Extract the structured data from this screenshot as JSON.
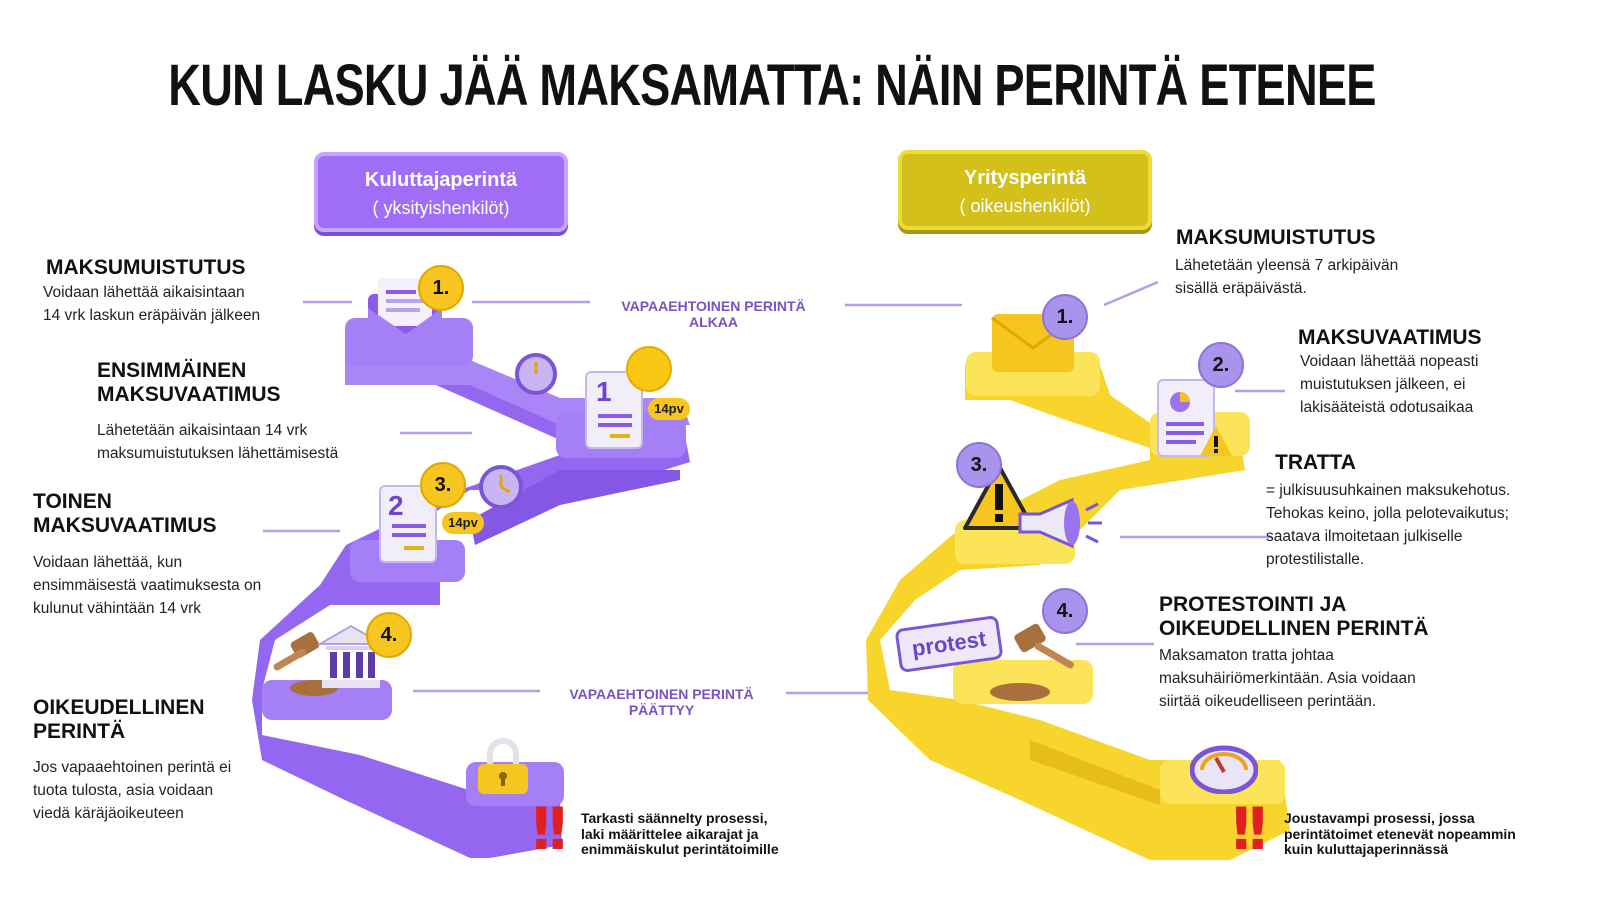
{
  "title": "KUN LASKU JÄÄ MAKSAMATTA: NÄIN PERINTÄ ETENEE",
  "left": {
    "category_line1": "Kuluttajaperintä",
    "category_line2": "( yksityishenkilöt)",
    "color": "#9c6cf2",
    "steps": [
      {
        "number": "1.",
        "heading": "MAKSUMUISTUTUS",
        "text_lines": [
          "Voidaan lähettää aikaisintaan",
          "14 vrk laskun eräpäivän jälkeen"
        ]
      },
      {
        "number": "",
        "heading_lines": [
          "ENSIMMÄINEN",
          "MAKSUVAATIMUS"
        ],
        "text_lines": [
          "Lähetetään aikaisintaan 14 vrk",
          "maksumuistutuksen lähettämisestä"
        ]
      },
      {
        "number": "3.",
        "heading_lines": [
          "TOINEN",
          "MAKSUVAATIMUS"
        ],
        "text_lines": [
          "Voidaan lähettää, kun",
          "ensimmäisestä vaatimuksesta on",
          "kulunut vähintään 14 vrk"
        ]
      },
      {
        "number": "4.",
        "heading_lines": [
          "OIKEUDELLINEN",
          "PERINTÄ"
        ],
        "text_lines": [
          "Jos vapaaehtoinen perintä ei",
          "tuota tulosta, asia voidaan",
          "viedä käräjäoikeuteen"
        ]
      }
    ],
    "doc_numbers": [
      "1",
      "2"
    ],
    "tag_14pv": "14pv",
    "note_lines": [
      "Tarkasti säännelty prosessi,",
      "laki määrittelee aikarajat ja",
      "enimmäiskulut perintätoimille"
    ]
  },
  "right": {
    "category_line1": "Yritysperintä",
    "category_line2": "( oikeushenkilöt)",
    "color": "#f5d93a",
    "steps": [
      {
        "number": "1.",
        "heading": "MAKSUMUISTUTUS",
        "text_lines": [
          "Lähetetään yleensä 7 arkipäivän",
          "sisällä eräpäivästä."
        ]
      },
      {
        "number": "2.",
        "heading": "MAKSUVAATIMUS",
        "text_lines": [
          "Voidaan lähettää nopeasti",
          "muistutuksen jälkeen, ei",
          "lakisääteistä odotusaikaa"
        ]
      },
      {
        "number": "3.",
        "heading": "TRATTA",
        "text_lines": [
          "= julkisuusuhkainen maksukehotus.",
          "Tehokas keino, jolla pelotevaikutus;",
          "saatava ilmoitetaan julkiselle",
          "protestilistalle."
        ]
      },
      {
        "number": "4.",
        "heading_lines": [
          "PROTESTOINTI JA",
          "OIKEUDELLINEN PERINTÄ"
        ],
        "text_lines": [
          "Maksamaton tratta johtaa",
          "maksuhäiriömerkintään. Asia voidaan",
          "siirtää oikeudelliseen perintään."
        ]
      }
    ],
    "protest_label": "protest",
    "note_lines": [
      "Joustavampi prosessi, jossa",
      "perintätoimet etenevät nopeammin",
      "kuin kuluttajaperinnässä"
    ]
  },
  "middle": {
    "start_lines": [
      "VAPAAEHTOINEN PERINTÄ",
      "ALKAA"
    ],
    "end_lines": [
      "VAPAAEHTOINEN PERINTÄ",
      "PÄÄTTYY"
    ]
  },
  "icons": [
    "envelope-icon",
    "clock-icon",
    "document-icon",
    "gavel-icon",
    "courthouse-icon",
    "padlock-icon",
    "warning-icon",
    "megaphone-icon",
    "gauge-icon",
    "exclamation-icon"
  ]
}
